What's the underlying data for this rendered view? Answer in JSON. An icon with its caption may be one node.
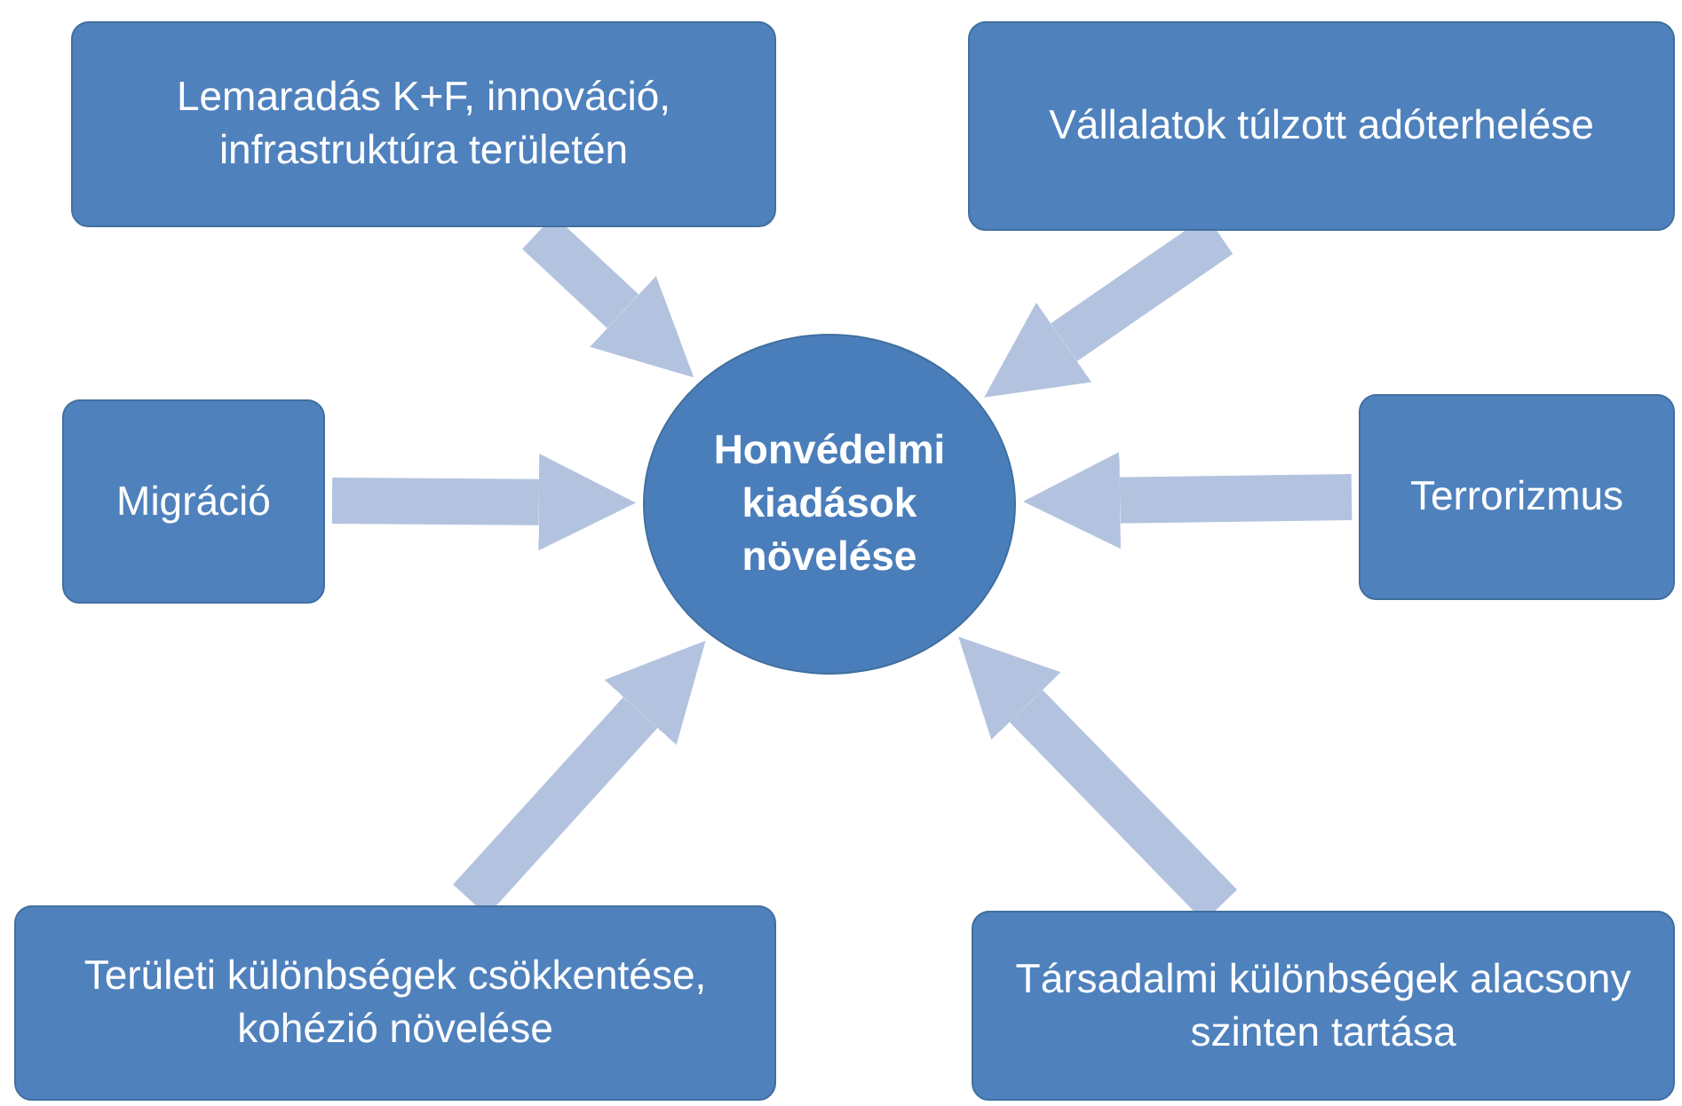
{
  "diagram": {
    "nodes": [
      {
        "text": [
          "Honvédelmi kiadások növelése"
        ]
      },
      {
        "text": [
          "Lemaradás K+F, innováció, infrastruktúra területén"
        ]
      },
      {
        "text": [
          "Vállalatok túlzott adóterhelése"
        ]
      },
      {
        "text": [
          "Migráció"
        ]
      },
      {
        "text": [
          "Terrorizmus"
        ]
      },
      {
        "text": [
          "Területi különbségek csökkentése, kohézió növelése"
        ]
      },
      {
        "text": [
          "Társadalmi különbségek alacsony szinten tartása"
        ]
      }
    ],
    "edges": [
      {
        "from": 1,
        "to": 0,
        "arrow": "to"
      },
      {
        "from": 2,
        "to": 0,
        "arrow": "to"
      },
      {
        "from": 3,
        "to": 0,
        "arrow": "to"
      },
      {
        "from": 4,
        "to": 0,
        "arrow": "to"
      },
      {
        "from": 5,
        "to": 0,
        "arrow": "to"
      },
      {
        "from": 6,
        "to": 0,
        "arrow": "to"
      }
    ]
  }
}
